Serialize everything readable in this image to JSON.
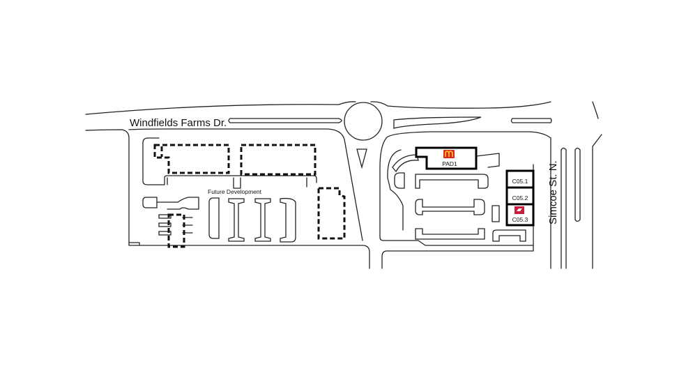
{
  "streets": {
    "windfields": "Windfields Farms Dr.",
    "simcoe": "Simcoe St. N."
  },
  "areas": {
    "future_development": "Future Development"
  },
  "units": {
    "pad1": "PAD1",
    "c051": "C05.1",
    "c052": "C05.2",
    "c053": "C05.3"
  },
  "brands": {
    "pad1_logo": "mcdonalds-logo",
    "c053_logo": "cibc-logo"
  },
  "colors": {
    "mcdonalds_red": "#da291c",
    "mcdonalds_yellow": "#ffc72c",
    "cibc_red": "#c41f3e"
  }
}
